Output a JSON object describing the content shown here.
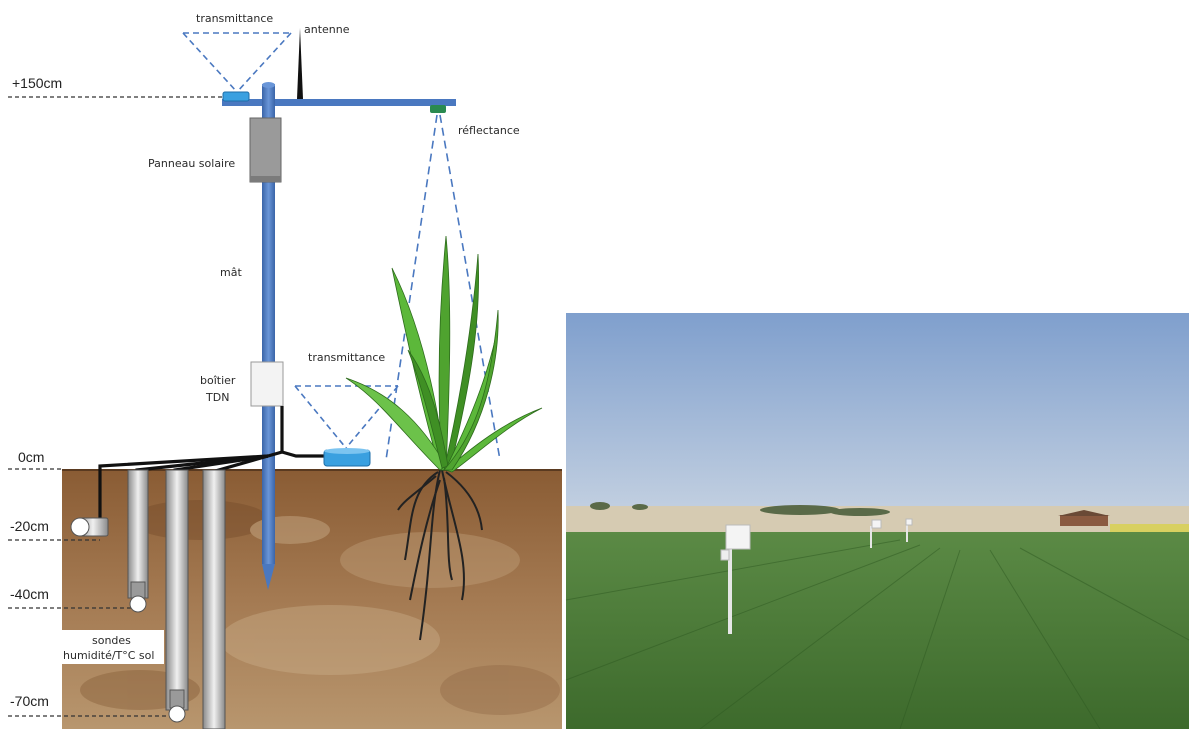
{
  "diagram": {
    "labels": {
      "transmittance_top": "transmittance",
      "antenne": "antenne",
      "reflectance": "réflectance",
      "panneau_solaire": "Panneau solaire",
      "mat": "mât",
      "boitier_line1": "boîtier",
      "boitier_line2": "TDN",
      "transmittance_bottom": "transmittance",
      "sondes_line1": "sondes",
      "sondes_line2": "humidité/T°C sol"
    },
    "depth_markers": [
      "+150cm",
      "0cm",
      "-20cm",
      "-40cm",
      "-70cm"
    ],
    "colors": {
      "mast": "#4a78c0",
      "sensor_blue": "#3aa0e0",
      "sensor_green": "#2a8a50",
      "panel": "#9a9a9a",
      "soil": "#9c7048",
      "sky": "#9ab4d8",
      "field": "#4a7a36"
    }
  },
  "photo": {
    "description_icon": "field-photo"
  }
}
